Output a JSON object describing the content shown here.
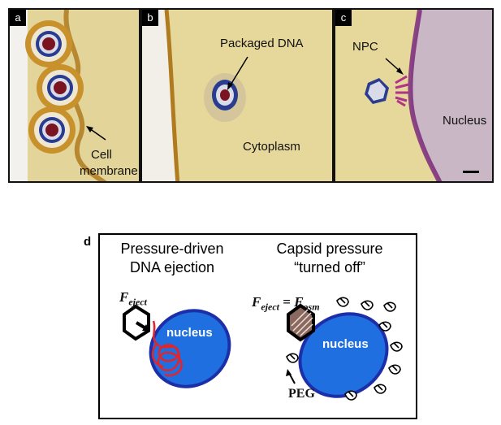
{
  "panels": {
    "a": {
      "label": "a",
      "annotation_line1": "Cell",
      "annotation_line2": "membrane"
    },
    "b": {
      "label": "b",
      "annotation_top": "Packaged DNA",
      "annotation_bottom": "Cytoplasm"
    },
    "c": {
      "label": "c",
      "annotation_npc": "NPC",
      "annotation_nucleus": "Nucleus"
    }
  },
  "panel_d": {
    "label": "d",
    "left_title_line1": "Pressure-driven",
    "left_title_line2": "DNA ejection",
    "right_title_line1": "Capsid pressure",
    "right_title_line2": "“turned off”",
    "f_eject": "F",
    "f_eject_sub": "eject",
    "equals": "=",
    "f_osm": "F",
    "f_osm_sub": "osm",
    "nucleus_left": "nucleus",
    "nucleus_right": "nucleus",
    "peg": "PEG"
  },
  "colors": {
    "cytoplasm": "#e6d79a",
    "membrane": "#b07a1e",
    "capsid_ring": "#2a3c8f",
    "dna_core": "#7a1420",
    "nucleus_blue": "#1f6fe0",
    "nucleus_stroke": "#1c2fa8",
    "dna_red": "#e0262b",
    "npc_magenta": "#b0338a",
    "nucleus_em": "#c8b8c8"
  }
}
